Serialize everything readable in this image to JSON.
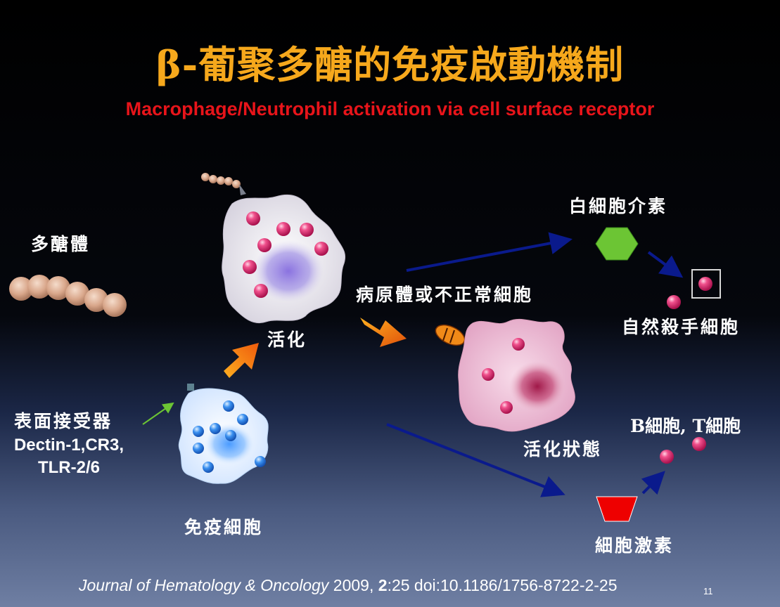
{
  "title": "β-葡聚多醣的免疫啟動機制",
  "subtitle": "Macrophage/Neutrophil activation via cell surface receptor",
  "labels": {
    "polysaccharide": "多醣體",
    "receptor_title": "表面接受器",
    "receptor_line1": "Dectin-1,CR3,",
    "receptor_line2": "TLR-2/6",
    "immune_cell": "免疫細胞",
    "activation": "活化",
    "pathogen": "病原體或不正常細胞",
    "activated_state": "活化狀態",
    "interleukin": "白細胞介素",
    "nk_cell": "自然殺手細胞",
    "bt_cells": "B細胞, T細胞",
    "cytokine": "細胞激素"
  },
  "citation": {
    "journal": "Journal of Hematology & Oncology",
    "year": " 2009, ",
    "volume": "2",
    "rest": ":25 doi:10.1186/1756-8722-2-25"
  },
  "page_number": "11",
  "colors": {
    "title": "#f6a81c",
    "subtitle": "#e8141a",
    "arrow_blue": "#0a1a8c",
    "arrow_orange": "#f47a12",
    "hexagon": "#6cc534",
    "trapezoid": "#ee0000"
  }
}
